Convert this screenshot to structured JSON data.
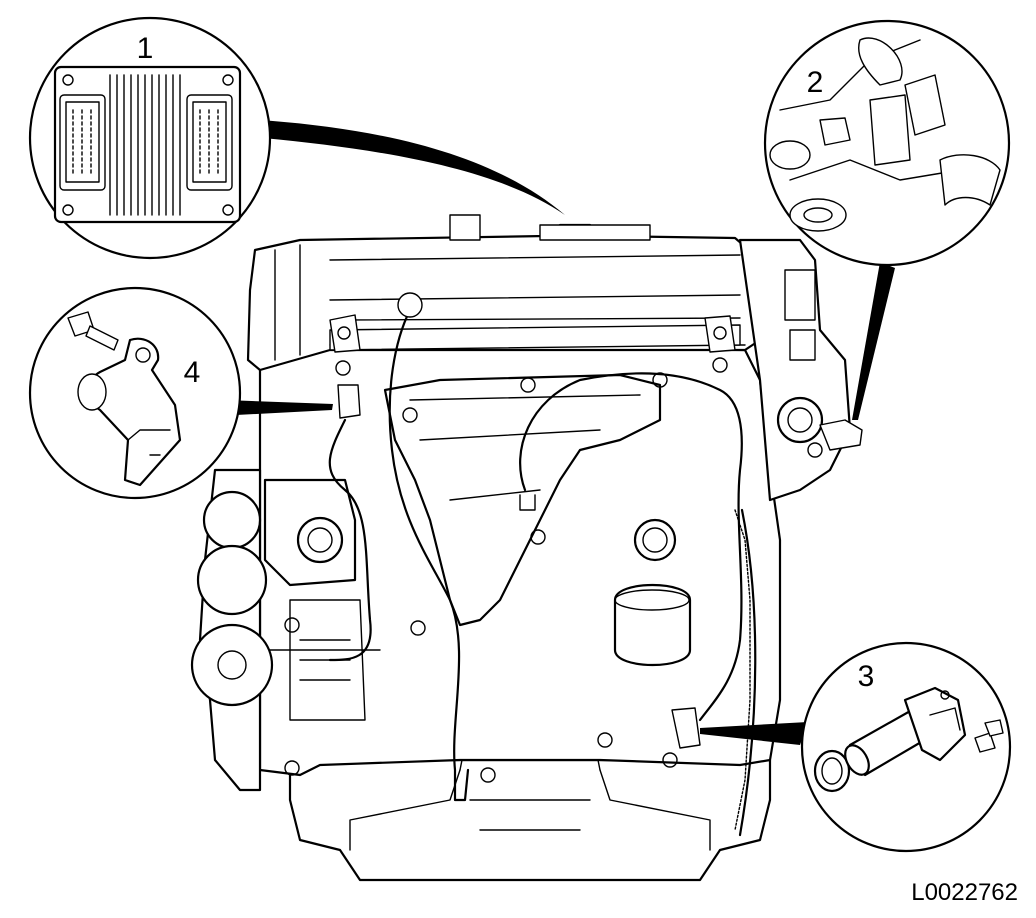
{
  "callouts": [
    {
      "id": "ecu",
      "label": "1"
    },
    {
      "id": "sensor-2",
      "label": "2"
    },
    {
      "id": "sensor-3",
      "label": "3"
    },
    {
      "id": "sensor-4",
      "label": "4"
    }
  ],
  "figure_ref": "L0022762"
}
